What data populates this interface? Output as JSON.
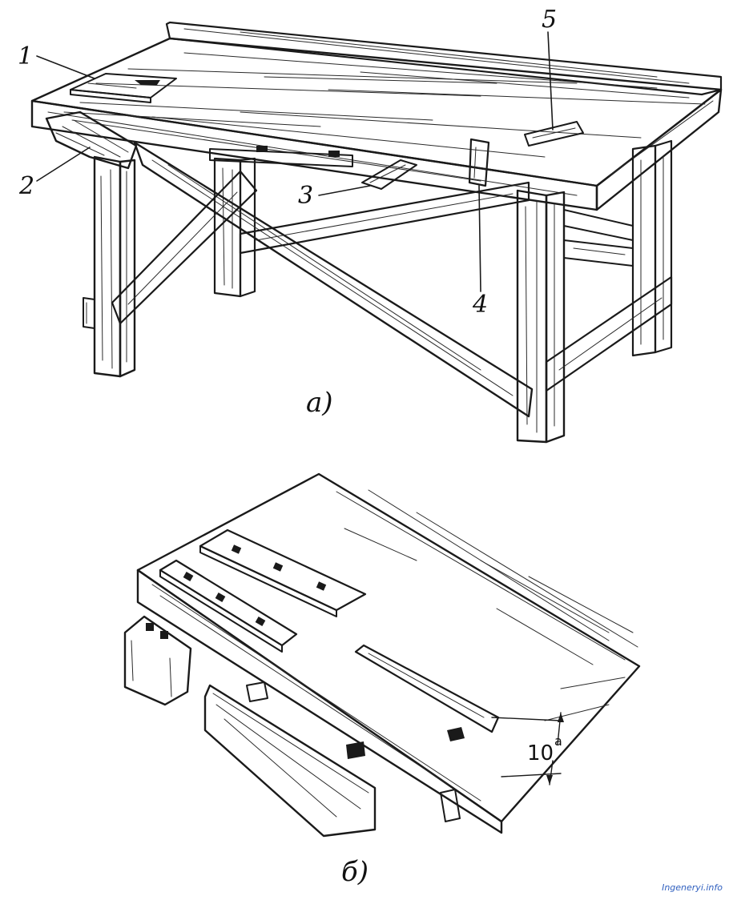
{
  "figure_a": {
    "caption": "a)",
    "callouts": [
      "1",
      "2",
      "3",
      "4",
      "5"
    ]
  },
  "figure_b": {
    "caption": "б)",
    "dimension": "10",
    "dimension_suffix": "a"
  },
  "watermark": "Ingeneryi.info"
}
